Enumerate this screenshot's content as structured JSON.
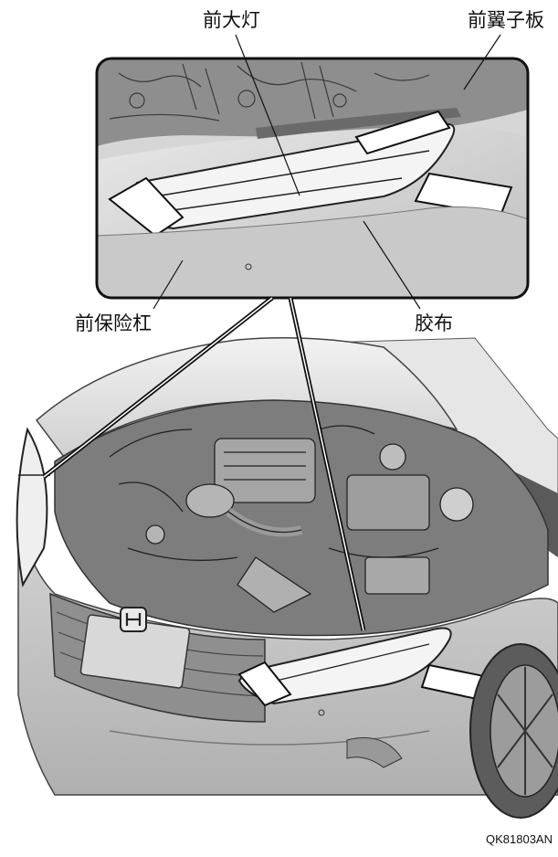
{
  "callouts": {
    "headlight": "前大灯",
    "fender": "前翼子板",
    "bumper": "前保险杠",
    "tape": "胶布"
  },
  "figure_code": "QK81803AN"
}
